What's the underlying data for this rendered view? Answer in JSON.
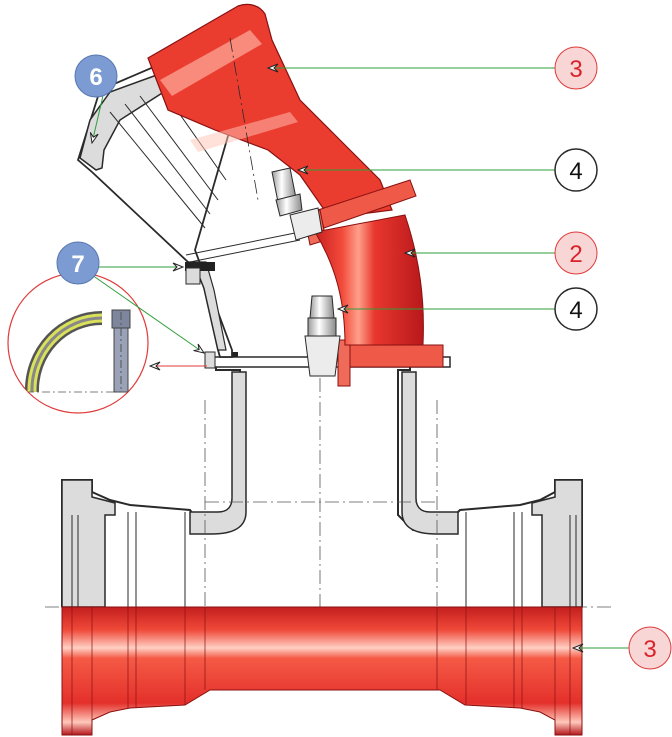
{
  "colors": {
    "red": "#e8372e",
    "red_dark": "#b5191b",
    "red_light": "#f26a5c",
    "red_highlight": "#ffd2c8",
    "gray_fill": "#dcdcdc",
    "gray_stroke": "#2a2a2a",
    "leader_green": "#2e9e3a",
    "leader_red": "#e03a3a",
    "badge_blue": "#7b9bd2",
    "badge_pink": "#f8d6d6",
    "badge_red_text": "#d8232a",
    "white": "#ffffff"
  },
  "callouts": {
    "c3_top": "3",
    "c4_upper": "4",
    "c2": "2",
    "c4_lower": "4",
    "c3_bottom": "3",
    "c6": "6",
    "c7": "7"
  },
  "icons": {
    "detail_inset": "gasket-ring-and-bolt-detail",
    "arrow": "leader-arrowhead"
  }
}
